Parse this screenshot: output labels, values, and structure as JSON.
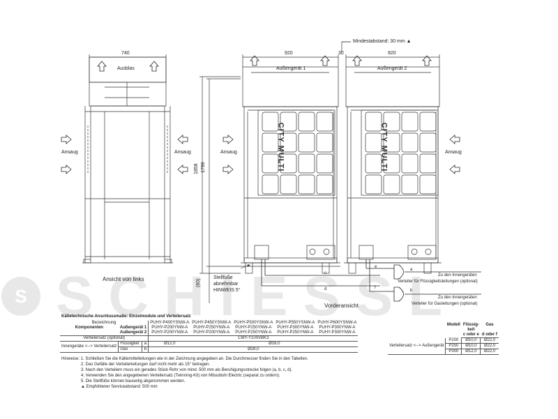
{
  "dimensions": {
    "left_width": "740",
    "right_width_1": "920",
    "gap": "30",
    "right_width_2": "920",
    "min_clearance": "Mindestabstand: 30 mm",
    "height_outer": "1858",
    "height_inner": "1798",
    "foot_height": "(60)"
  },
  "side_view": {
    "outlet_label": "Ausblas",
    "intake_left": "Ansaug",
    "intake_right": "Ansaug",
    "caption": "Ansicht von links"
  },
  "front_view": {
    "unit1_label": "Außengerät 1",
    "unit2_label": "Außengerät 2",
    "intake_left": "Ansaug",
    "intake_right": "Ansaug",
    "brand_text": "CITY MULTI",
    "feet_label": "Stellfüße",
    "feet_removable": "abnehmbar",
    "feet_hint": "HINWEIS 5°",
    "caption": "Vorderansicht",
    "pipe_labels": [
      "a",
      "b",
      "c",
      "d",
      "e",
      "f"
    ],
    "to_indoor_1": "Zu den Innengeräten",
    "liquid_distributor": "Verteiler für Flüssigkeitsleitungen (optional)",
    "to_indoor_2": "Zu den Innengeräten",
    "gas_distributor": "Verteiler für Gasleitungen (optional)"
  },
  "watermark": "SCHIESSL",
  "table": {
    "title": "Kältetechnische Anschlussmaße: Einzelmodule und Verteilersatz",
    "head_designation": "Bezeichnung",
    "head_components": "Komponenten",
    "head_unit1": "Außengerät 1",
    "head_unit2": "Außengerät 2",
    "models": [
      {
        "name": "PUHY-P400YSNW-A",
        "u1": "PUHY-P200YNW-A",
        "u2": "PUHY-P200YNW-A"
      },
      {
        "name": "PUHY-P450YSNW-A",
        "u1": "PUHY-P250YNW-A",
        "u2": "PUHY-P200YNW-A"
      },
      {
        "name": "PUHY-P500YSNW-A",
        "u1": "PUHY-P250YNW-A",
        "u2": "PUHY-P250YNW-A"
      },
      {
        "name": "PUHY-P550YSNW-A",
        "u1": "PUHY-P300YNW-A",
        "u2": "PUHY-P250YNW-A"
      },
      {
        "name": "PUHY-P600YSNW-A",
        "u1": "PUHY-P300YNW-A",
        "u2": "PUHY-P300YNW-A"
      }
    ],
    "distributor_label": "Verteilersatz (optional)",
    "distributor_value": "CMY-Y100VBK3",
    "indoor_label": "Innengeräte <--> Verteilersatz",
    "liquid_label": "Flüssigket",
    "liquid_code": "a",
    "liquid_val_1": "Ø12,0",
    "liquid_val_2": "Ø16,0",
    "gas_label": "Gas",
    "gas_code": "b",
    "gas_val": "Ø28,0"
  },
  "right_table": {
    "head_model": "Modell",
    "head_liquid_1": "Flüssig-",
    "head_liquid_2": "keit",
    "head_liquid_3": "c oder e",
    "head_gas": "Gas",
    "head_gas_2": "d oder f",
    "row_label": "Verteilersatz <--> Außengerät",
    "rows": [
      {
        "model": "P200",
        "liquid": "Ø10,0",
        "gas": "Ø22,0"
      },
      {
        "model": "P250",
        "liquid": "Ø10,0",
        "gas": "Ø22,0"
      },
      {
        "model": "P300",
        "liquid": "Ø12,0",
        "gas": "Ø22,0"
      }
    ]
  },
  "notes": {
    "prefix": "Hinweise:",
    "items": [
      "1.  Schließen Sie die Kältemittelleitungen wie in der Zeichnung angegeben an. Die Durchmesser finden Sie in den Tabellen.",
      "2.  Das Gefälle der Verteilerleitungen darf nicht mehr als 15° betragen.",
      "3.  Nach den Verteilern muss ein gerades Stück Rohr von mind. 500 mm als Beruhigungsstrecke folgen (a, b, c, d).",
      "4.  Verwenden Sie den angegebenen Verteilersatz (Twinning-Kit) von Mitsubishi Electric (separat zu ordern).",
      "5.  Die Stellfüße können bauseitig abgenommen werden.",
      "▲  Empfohlener Serviceabstand: 500 mm"
    ]
  }
}
